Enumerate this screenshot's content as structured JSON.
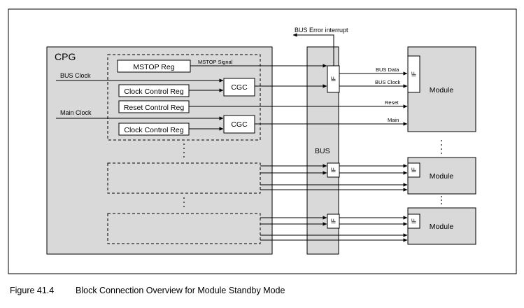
{
  "diagram": {
    "cpg_label": "CPG",
    "bus_label": "BUS",
    "bus_error_label": "BUS Error interrupt",
    "bus_clock_label": "BUS Clock",
    "main_clock_label": "Main Clock",
    "mstop_reg_label": "MSTOP Reg",
    "mstop_signal_label": "MSTOP Signal",
    "clock_control_reg_label": "Clock Control Reg",
    "reset_control_reg_label": "Reset Control Reg",
    "cgc_label": "CGC",
    "if_label": "IF",
    "module_label": "Module",
    "bus_data_label": "BUS Data",
    "bus_clock_signal_label": "BUS Clock",
    "reset_signal_label": "Reset",
    "main_signal_label": "Main"
  },
  "caption": {
    "number": "Figure 41.4",
    "title": "Block Connection Overview for Module Standby Mode"
  }
}
